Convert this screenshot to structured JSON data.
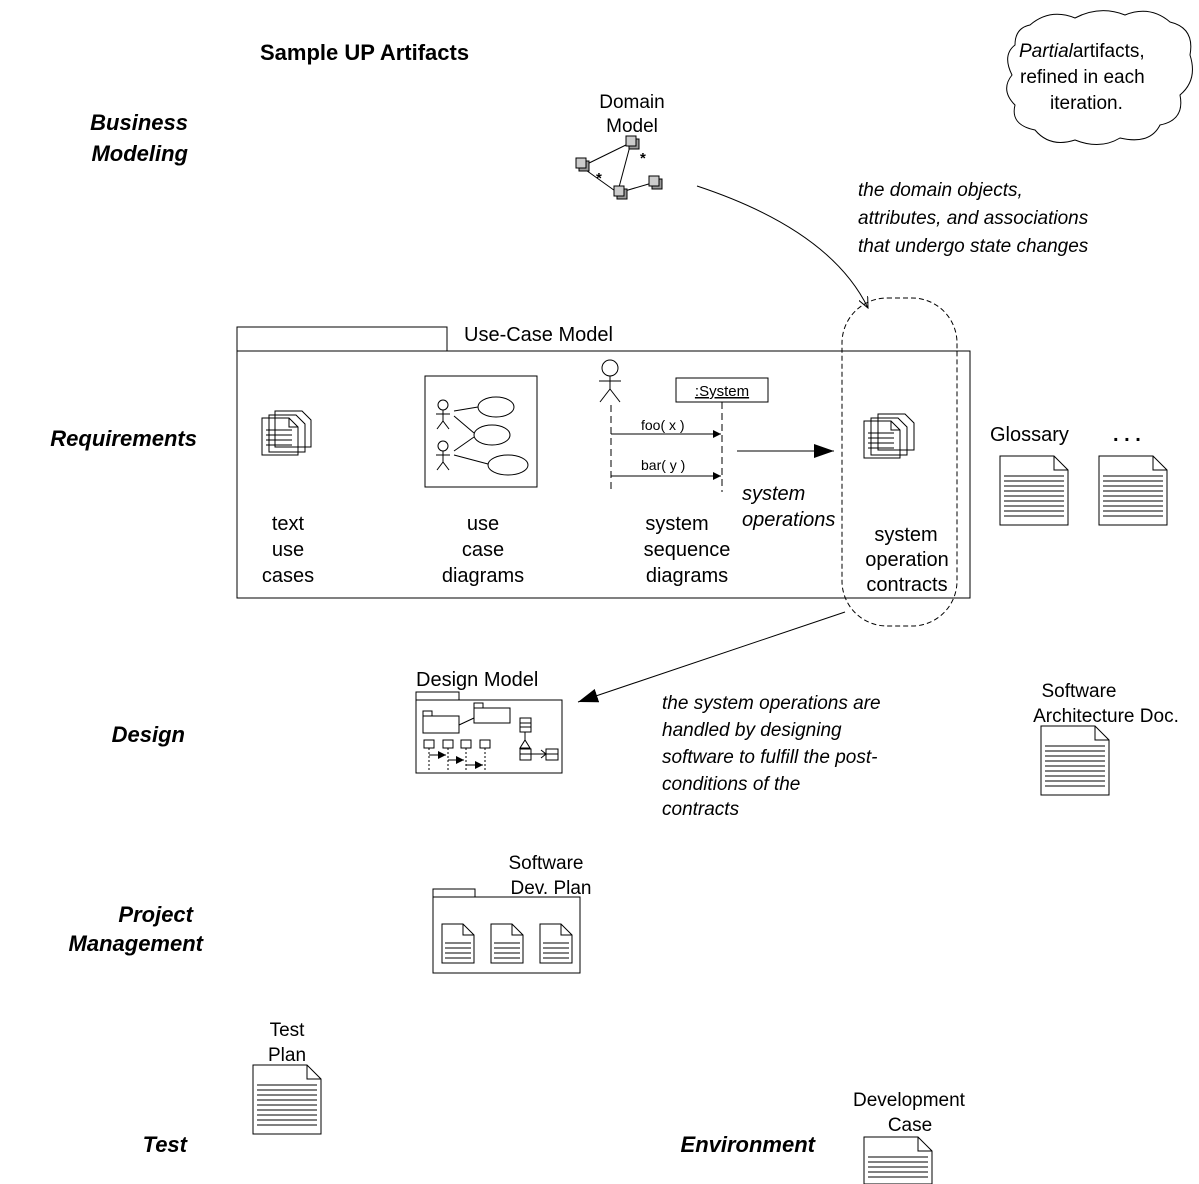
{
  "title": "Sample UP Artifacts",
  "cloud_note": {
    "line1_italic": "Partial",
    "line1_rest": "artifacts,",
    "line2": "refined in each",
    "line3": "iteration."
  },
  "disciplines": {
    "business_modeling": [
      "Business",
      "Modeling"
    ],
    "requirements": "Requirements",
    "design": "Design",
    "project_management": [
      "Project",
      "Management"
    ],
    "test": "Test",
    "environment": "Environment"
  },
  "domain_model": {
    "label": [
      "Domain",
      "Model"
    ],
    "multiplicity": "*"
  },
  "annotations": {
    "domain_objects": [
      "the domain objects,",
      "attributes, and associations",
      "that undergo state changes"
    ],
    "system_operations": [
      "system",
      "operations"
    ],
    "design_note": [
      "the system operations are",
      "handled by designing",
      "software to fulfill the post-",
      "conditions of the",
      "contracts"
    ]
  },
  "use_case_model": {
    "title": "Use-Case Model",
    "text_use_cases": [
      "text",
      "use",
      "cases"
    ],
    "use_case_diagrams": [
      "use",
      "case",
      "diagrams"
    ],
    "system_sequence_diagrams": [
      "system",
      "sequence",
      "diagrams"
    ],
    "system_operation_contracts": [
      "system",
      "operation",
      "contracts"
    ],
    "ssd": {
      "system_label": ":System",
      "msg1": "foo( x )",
      "msg2": "bar( y )"
    }
  },
  "glossary": {
    "label": "Glossary",
    "ellipsis": ". . ."
  },
  "design_model": {
    "label": "Design Model"
  },
  "software_architecture_doc": [
    "Software",
    "Architecture Doc."
  ],
  "software_dev_plan": [
    "Software",
    "Dev. Plan"
  ],
  "test_plan": [
    "Test",
    "Plan"
  ],
  "development_case": [
    "Development",
    "Case"
  ]
}
